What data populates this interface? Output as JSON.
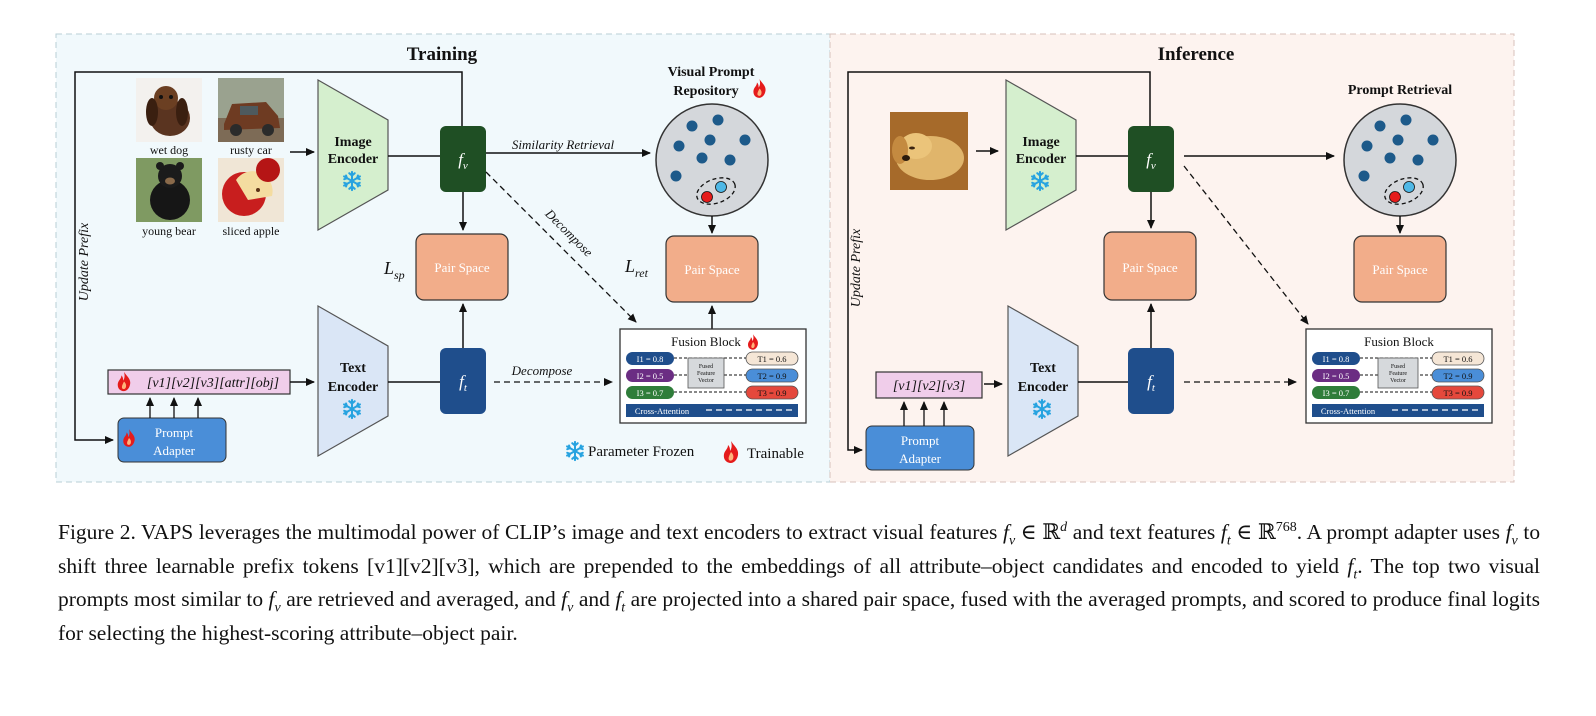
{
  "training": {
    "title": "Training",
    "update_prefix": "Update Prefix",
    "image_labels": [
      "wet dog",
      "rusty car",
      "young bear",
      "sliced apple"
    ],
    "image_encoder": [
      "Image",
      "Encoder"
    ],
    "text_encoder": [
      "Text",
      "Encoder"
    ],
    "fv": "f",
    "fv_sub": "v",
    "ft": "f",
    "ft_sub": "t",
    "similarity_retrieval": "Similarity Retrieval",
    "decompose_diag": "Decompose",
    "decompose_horiz": "Decompose",
    "repository_title": [
      "Visual Prompt",
      "Repository"
    ],
    "l_sp": "L",
    "l_sp_sub": "sp",
    "l_ret": "L",
    "l_ret_sub": "ret",
    "pair_space": "Pair Space",
    "prompt_tokens": "[v1][v2][v3][attr][obj]",
    "prompt_adapter": [
      "Prompt",
      "Adapter"
    ]
  },
  "fusion_block": {
    "title": "Fusion Block",
    "image_pills": [
      "I1 = 0.8",
      "I2 = 0.5",
      "I3 = 0.7"
    ],
    "text_pills": [
      "T1 = 0.6",
      "T2 = 0.9",
      "T3 = 0.9"
    ],
    "center": [
      "Fused",
      "Feature",
      "Vector"
    ],
    "cross_attention": "Cross-Attention"
  },
  "inference": {
    "title": "Inference",
    "update_prefix": "Update Prefix",
    "image_encoder": [
      "Image",
      "Encoder"
    ],
    "text_encoder": [
      "Text",
      "Encoder"
    ],
    "fv": "f",
    "fv_sub": "v",
    "ft": "f",
    "ft_sub": "t",
    "retrieval_title": "Prompt Retrieval",
    "pair_space": "Pair Space",
    "prompt_tokens": "[v1][v2][v3]",
    "prompt_adapter": [
      "Prompt",
      "Adapter"
    ]
  },
  "legend": {
    "frozen": "Parameter Frozen",
    "trainable": "Trainable"
  },
  "caption": {
    "figure": "Figure 2.",
    "line1a": "VAPS leverages the multimodal power of CLIP’s image and text encoders to extract visual features",
    "line1b": "and text features",
    "line2a": ". A prompt adapter uses",
    "line2b": "to shift three learnable prefix tokens [v1][v2][v3], which are prepended to the embeddings of all attribute–object candidates and encoded to yield",
    "line3a": ". The top two visual prompts most similar to",
    "line3b": "are retrieved and averaged, and",
    "line3c": "and",
    "line4": "are projected into a shared pair space, fused with the averaged prompts, and scored to produce final logits for selecting the highest-scoring attribute–object pair.",
    "sym_f": "f",
    "sub_v": "v",
    "sub_t": "t",
    "in": "∈",
    "R": "ℝ",
    "sup_d": "d",
    "sup_768": "768"
  },
  "colors": {
    "training_bg": "#f1f9fc",
    "inference_bg": "#fdf3ef",
    "image_encoder": "#d5efce",
    "text_encoder": "#dae6f6",
    "fv_box": "#1f4f24",
    "ft_box": "#1f4e8c",
    "pair_space": "#f2ad8a",
    "prompt_adapter": "#4a8ed8",
    "prompt_tokens": "#f0cdea",
    "repository_circle": "#d4d7db",
    "repo_dot": "#1d5a8a"
  }
}
